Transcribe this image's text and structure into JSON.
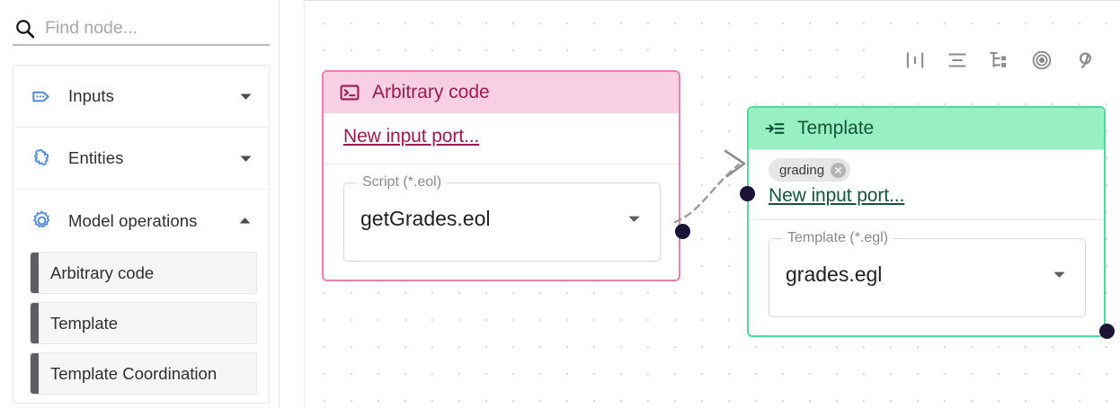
{
  "sidebar": {
    "search": {
      "placeholder": "Find node...",
      "value": "",
      "icon": "search-icon"
    },
    "accordions": [
      {
        "label": "Inputs",
        "icon": "tag-dots-icon",
        "expanded": false,
        "caret": "chevron-down-icon"
      },
      {
        "label": "Entities",
        "icon": "puzzle-piece-icon",
        "expanded": false,
        "caret": "chevron-down-icon"
      },
      {
        "label": "Model operations",
        "icon": "gear-icon",
        "expanded": true,
        "caret": "chevron-up-icon"
      }
    ],
    "model_operations_items": [
      {
        "label": "Arbitrary code"
      },
      {
        "label": "Template"
      },
      {
        "label": "Template Coordination"
      }
    ]
  },
  "canvas": {
    "toolbar": [
      {
        "name": "align-horizontal-icon",
        "title": "Align horizontally"
      },
      {
        "name": "align-vertical-icon",
        "title": "Align vertically"
      },
      {
        "name": "tree-layout-icon",
        "title": "Tree layout"
      },
      {
        "name": "fit-to-center-icon",
        "title": "Center view"
      },
      {
        "name": "tangle-edges-icon",
        "title": "Edge style"
      }
    ],
    "nodes": [
      {
        "id": "arbitrary-code",
        "title": "Arbitrary code",
        "icon": "terminal-icon",
        "header_bg": "#f9cfe2",
        "header_text": "#9c1a50",
        "border": "#f07cb4",
        "link_color": "#9c1a50",
        "new_port_label": "New input port...",
        "chips": [],
        "field": {
          "legend": "Script (*.eol)",
          "value": "getGrades.eol",
          "arrow": "chevron-down-icon"
        }
      },
      {
        "id": "template",
        "title": "Template",
        "icon": "template-arrow-list-icon",
        "header_bg": "#98efc2",
        "header_text": "#13543a",
        "border": "#4fd99b",
        "link_color": "#13543a",
        "new_port_label": "New input port...",
        "chips": [
          {
            "label": "grading",
            "remove_icon": "close-circle-icon"
          }
        ],
        "field": {
          "legend": "Template (*.egl)",
          "value": "grades.egl",
          "arrow": "chevron-down-icon"
        }
      }
    ],
    "edges": [
      {
        "from": "arbitrary-code-output",
        "to": "template-input",
        "style": "dashed",
        "arrow": true
      }
    ]
  }
}
